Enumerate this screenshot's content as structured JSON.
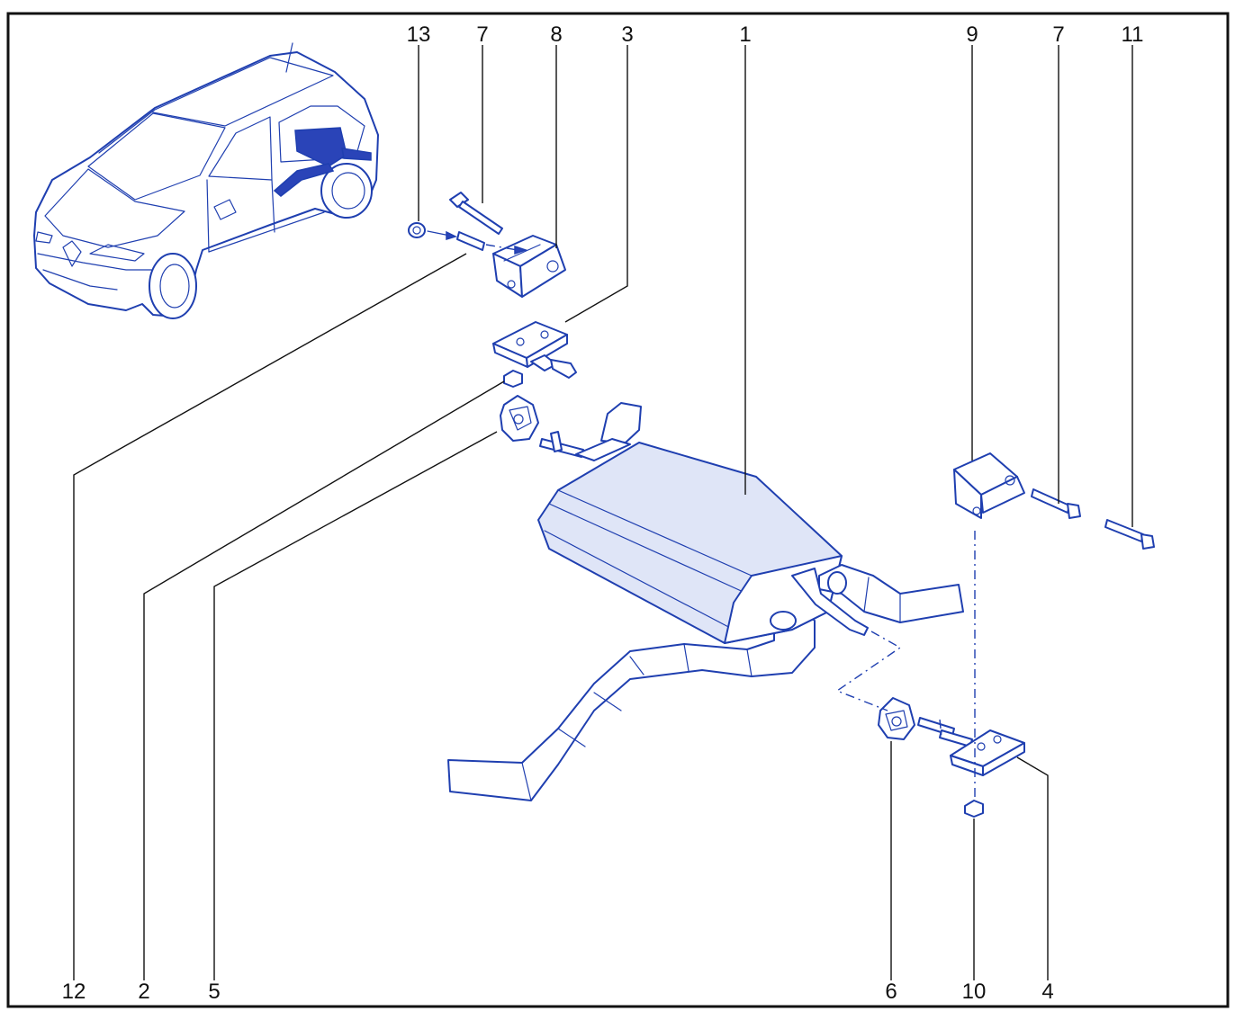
{
  "callouts_top": [
    {
      "id": "13",
      "label": "13"
    },
    {
      "id": "7a",
      "label": "7"
    },
    {
      "id": "8",
      "label": "8"
    },
    {
      "id": "3",
      "label": "3"
    },
    {
      "id": "1",
      "label": "1"
    },
    {
      "id": "9",
      "label": "9"
    },
    {
      "id": "7b",
      "label": "7"
    },
    {
      "id": "11",
      "label": "11"
    }
  ],
  "callouts_bottom": [
    {
      "id": "12",
      "label": "12"
    },
    {
      "id": "2",
      "label": "2"
    },
    {
      "id": "5",
      "label": "5"
    },
    {
      "id": "6",
      "label": "6"
    },
    {
      "id": "10",
      "label": "10"
    },
    {
      "id": "4",
      "label": "4"
    }
  ],
  "colors": {
    "line_art": "#1f3fb0",
    "leader": "#111111",
    "frame": "#111111"
  },
  "icons": {
    "vehicle": "car-location-icon",
    "muffler": "rear-silencer-icon"
  }
}
